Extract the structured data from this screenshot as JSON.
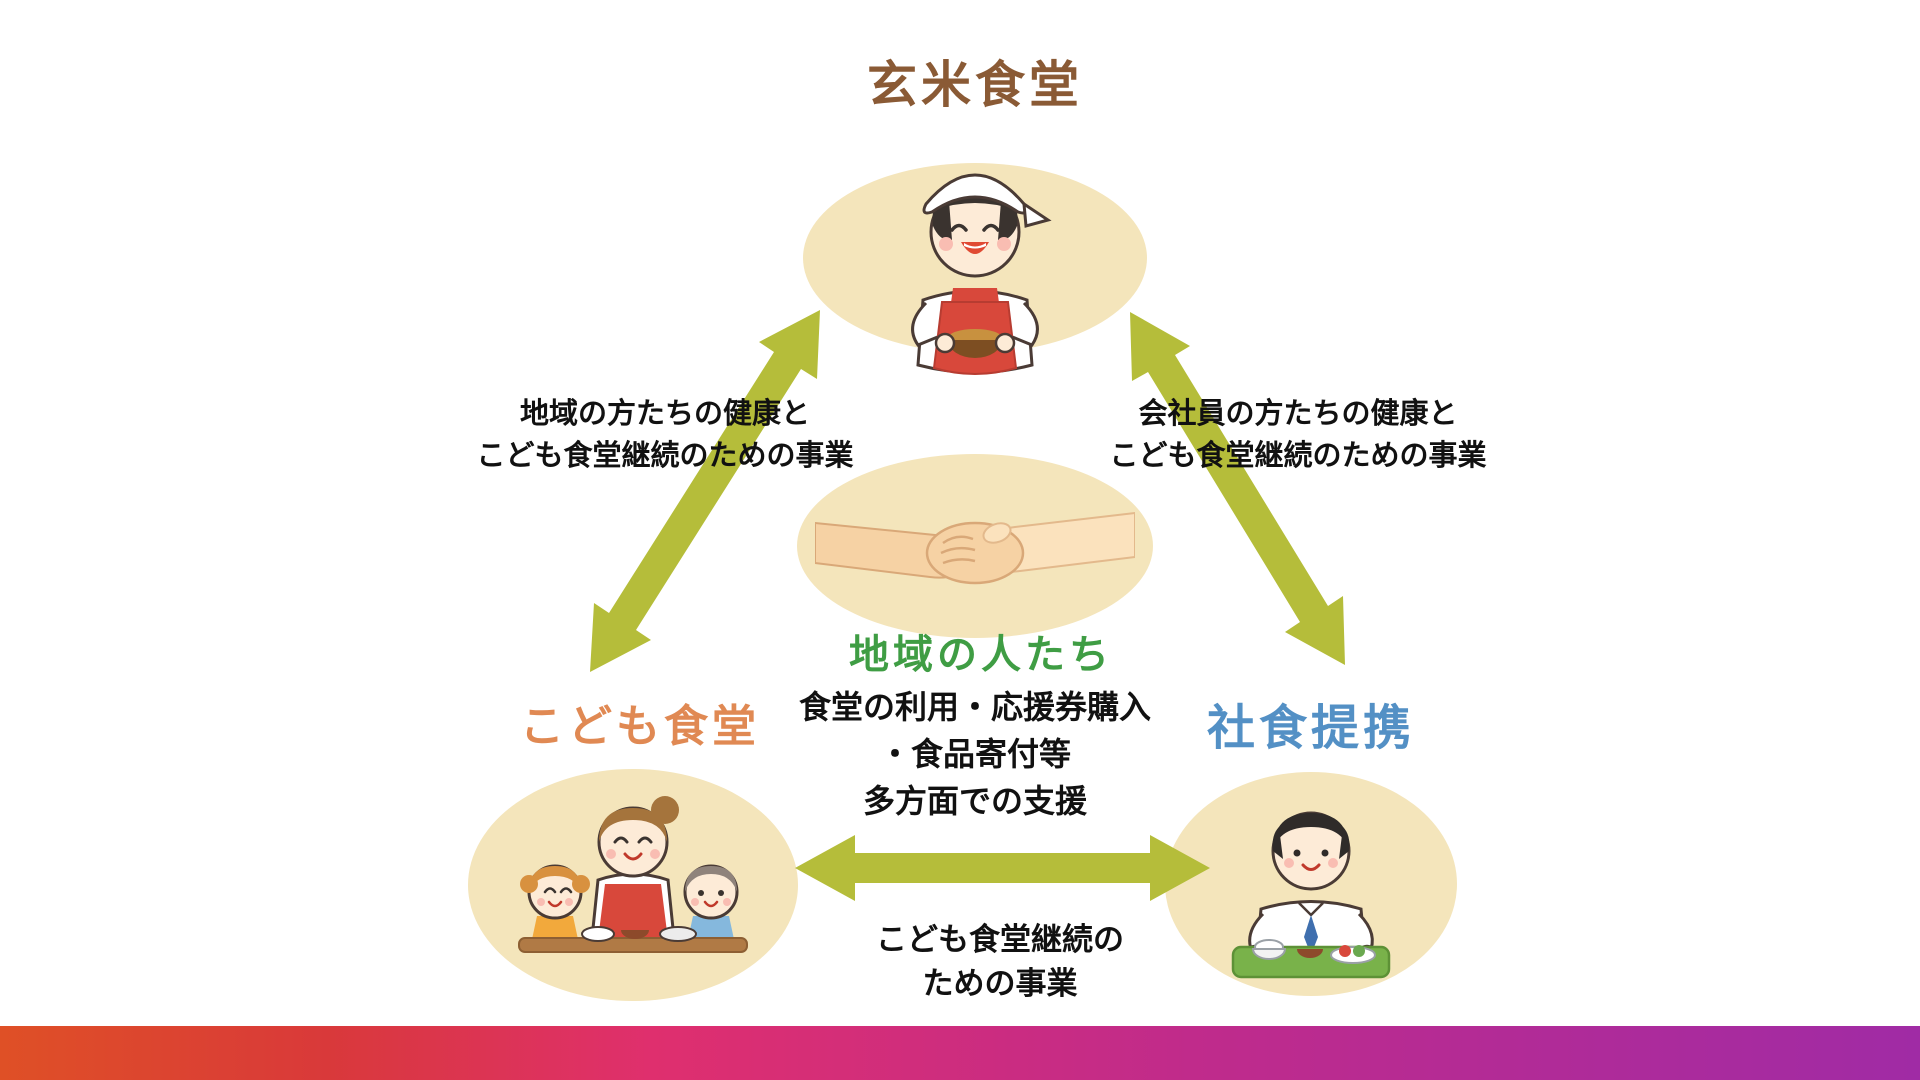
{
  "page": {
    "background": "#ffffff"
  },
  "diagram": {
    "top_node": {
      "title": "玄米食堂"
    },
    "left_node": {
      "title": "こども食堂"
    },
    "right_node": {
      "title": "社食提携"
    },
    "center_node": {
      "title": "地域の人たち",
      "desc_line1": "食堂の利用・応援券購入",
      "desc_line2": "・食品寄付等",
      "desc_line3": "多方面での支援"
    },
    "edge_top_left": {
      "line1": "地域の方たちの健康と",
      "line2": "こども食堂継続のための事業"
    },
    "edge_top_right": {
      "line1": "会社員の方たちの健康と",
      "line2": "こども食堂継続のための事業"
    },
    "edge_bottom": {
      "line1": "こども食堂継続の",
      "line2": "ための事業"
    }
  },
  "icons": {
    "top": "cook-illustration",
    "center": "handshake-icon",
    "left": "family-illustration",
    "right": "office-worker-illustration"
  },
  "colors": {
    "top_title": "#8a5a35",
    "left_title": "#e08953",
    "right_title": "#5390c5",
    "center_title": "#3f9d44",
    "body_text": "#111111",
    "arrow": "#b5bd3a",
    "node_ellipse": "#f4e5bb",
    "bar_gradient": [
      "#df5026",
      "#d9393a",
      "#df2f6e",
      "#c02b8b",
      "#a02ba5"
    ]
  }
}
